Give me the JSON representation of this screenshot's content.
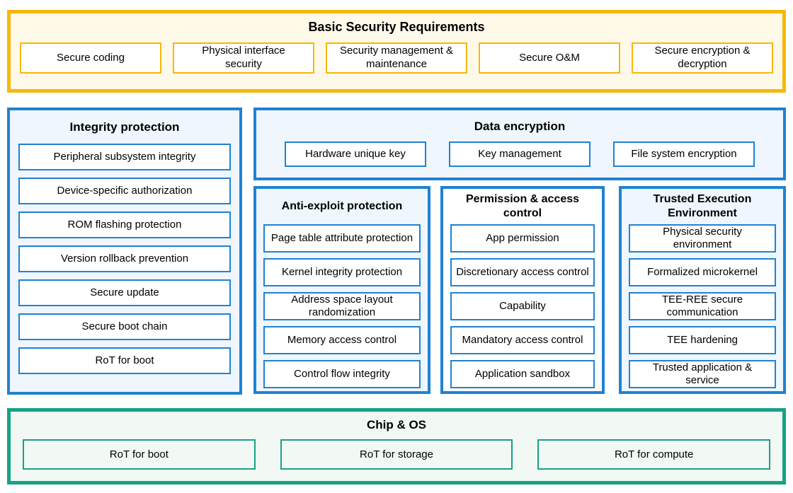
{
  "colors": {
    "yellow_border": "#F8B708",
    "yellow_bg": "#FFF9EA",
    "blue_border": "#2082D2",
    "blue_bg": "#EFF6FD",
    "green_border": "#16A287",
    "green_bg": "#F2F9F4",
    "box_bg": "#FFFFFF",
    "text": "#000000"
  },
  "basic_security": {
    "title": "Basic Security Requirements",
    "items": [
      "Secure coding",
      "Physical interface security",
      "Security management & maintenance",
      "Secure O&M",
      "Secure encryption & decryption"
    ]
  },
  "integrity_protection": {
    "title": "Integrity protection",
    "items": [
      "Peripheral subsystem integrity",
      "Device-specific authorization",
      "ROM flashing protection",
      "Version rollback prevention",
      "Secure update",
      "Secure boot chain",
      "RoT for boot"
    ]
  },
  "data_encryption": {
    "title": "Data encryption",
    "items": [
      "Hardware unique key",
      "Key management",
      "File system encryption"
    ]
  },
  "anti_exploit": {
    "title": "Anti-exploit protection",
    "items": [
      "Page table attribute protection",
      "Kernel integrity protection",
      "Address space layout randomization",
      "Memory access control",
      "Control flow integrity"
    ]
  },
  "permission_access": {
    "title": "Permission & access control",
    "items": [
      "App permission",
      "Discretionary access control",
      "Capability",
      "Mandatory access control",
      "Application sandbox"
    ]
  },
  "tee": {
    "title": "Trusted Execution Environment",
    "items": [
      "Physical security environment",
      "Formalized microkernel",
      "TEE-REE secure communication",
      "TEE hardening",
      "Trusted application & service"
    ]
  },
  "chip_os": {
    "title": "Chip & OS",
    "items": [
      "RoT for boot",
      "RoT for storage",
      "RoT for compute"
    ]
  }
}
